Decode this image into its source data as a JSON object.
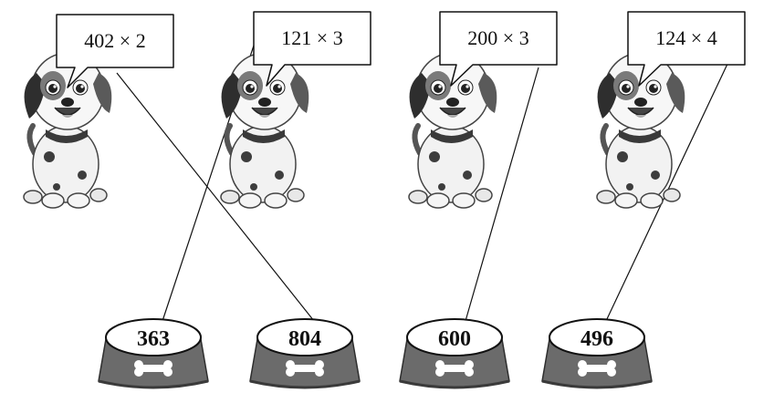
{
  "puppies": [
    {
      "expression": "402 × 2",
      "icon": "dalmatian-puppy-icon"
    },
    {
      "expression": "121 × 3",
      "icon": "dalmatian-puppy-icon"
    },
    {
      "expression": "200 × 3",
      "icon": "dalmatian-puppy-icon"
    },
    {
      "expression": "124 × 4",
      "icon": "dalmatian-puppy-icon"
    }
  ],
  "bowls": [
    {
      "value": "363",
      "icon": "bone-icon"
    },
    {
      "value": "804",
      "icon": "bone-icon"
    },
    {
      "value": "600",
      "icon": "bone-icon"
    },
    {
      "value": "496",
      "icon": "bone-icon"
    }
  ],
  "matches": [
    {
      "from_puppy": 0,
      "to_bowl": 1
    },
    {
      "from_puppy": 1,
      "to_bowl": 0
    },
    {
      "from_puppy": 2,
      "to_bowl": 2
    },
    {
      "from_puppy": 3,
      "to_bowl": 3
    }
  ],
  "colors": {
    "bowl_body": "#6b6b6b",
    "bowl_rim": "#3a3a3a",
    "puppy_spot": "#3d3d3d",
    "line": "#111111"
  }
}
